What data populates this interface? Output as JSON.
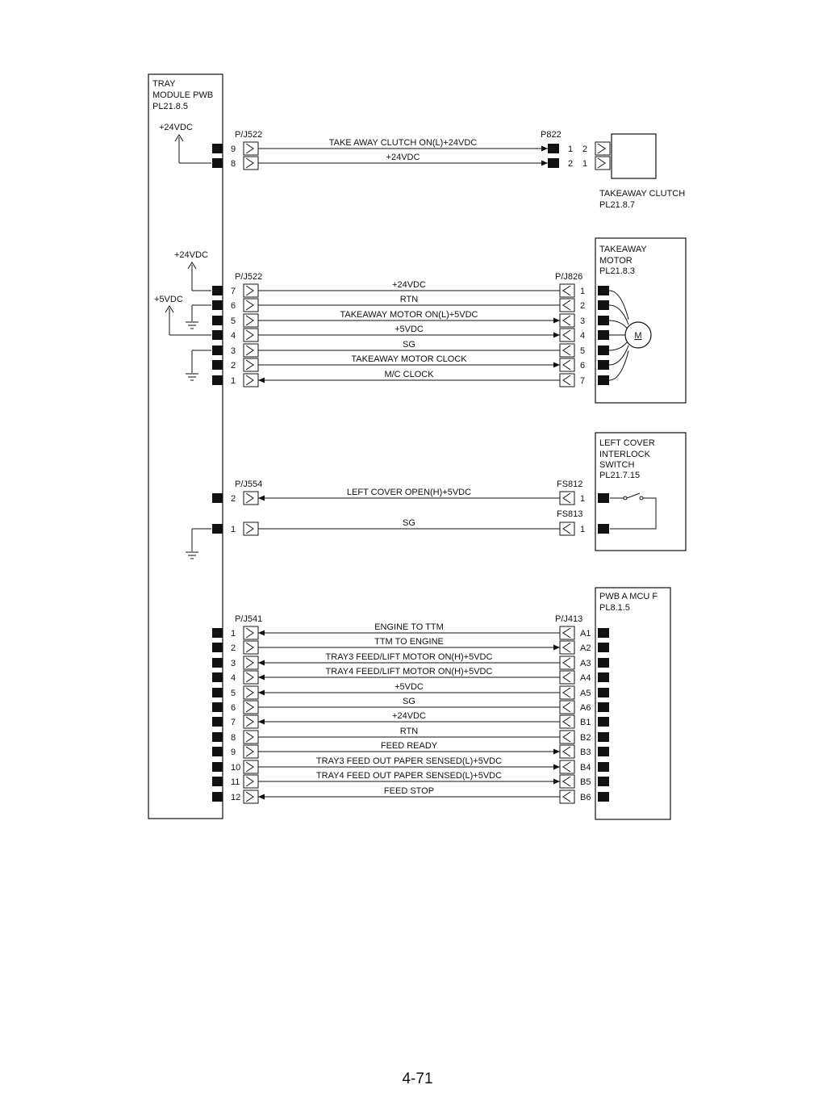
{
  "page_number": "4-71",
  "components": {
    "tray_module": [
      "TRAY",
      "MODULE PWB",
      "PL21.8.5"
    ],
    "takeaway_clutch": [
      "TAKEAWAY CLUTCH",
      "PL21.8.7"
    ],
    "takeaway_motor": [
      "TAKEAWAY",
      "MOTOR",
      "PL21.8.3"
    ],
    "motor_symbol": "M",
    "interlock_switch": [
      "LEFT COVER",
      "INTERLOCK",
      "SWITCH",
      "PL21.7.15"
    ],
    "pwb_mcu": [
      "PWB A MCU F",
      "PL8.1.5"
    ]
  },
  "power": {
    "v24_a": "+24VDC",
    "v24_b": "+24VDC",
    "v5": "+5VDC"
  },
  "sections": [
    {
      "left_connector": "P/J522",
      "right_connectors": [
        "P822"
      ],
      "rows": [
        {
          "lp": "9",
          "rp": "1",
          "rp2": "2",
          "signal": "TAKE AWAY CLUTCH ON(L)+24VDC",
          "dir": "right"
        },
        {
          "lp": "8",
          "rp": "2",
          "rp2": "1",
          "signal": "+24VDC",
          "dir": "right"
        }
      ]
    },
    {
      "left_connector": "P/J522",
      "right_connectors": [
        "P/J826"
      ],
      "rows": [
        {
          "lp": "7",
          "rp": "1",
          "signal": "+24VDC",
          "dir": "none"
        },
        {
          "lp": "6",
          "rp": "2",
          "signal": "RTN",
          "dir": "none"
        },
        {
          "lp": "5",
          "rp": "3",
          "signal": "TAKEAWAY MOTOR ON(L)+5VDC",
          "dir": "right"
        },
        {
          "lp": "4",
          "rp": "4",
          "signal": "+5VDC",
          "dir": "right"
        },
        {
          "lp": "3",
          "rp": "5",
          "signal": "SG",
          "dir": "none"
        },
        {
          "lp": "2",
          "rp": "6",
          "signal": "TAKEAWAY MOTOR CLOCK",
          "dir": "right"
        },
        {
          "lp": "1",
          "rp": "7",
          "signal": "M/C CLOCK",
          "dir": "left"
        }
      ]
    },
    {
      "left_connector": "P/J554",
      "right_connectors": [
        "FS812",
        "FS813"
      ],
      "rows": [
        {
          "lp": "2",
          "rp": "1",
          "signal": "LEFT COVER OPEN(H)+5VDC",
          "dir": "left"
        },
        {
          "lp": "1",
          "rp": "1",
          "signal": "SG",
          "dir": "none"
        }
      ]
    },
    {
      "left_connector": "P/J541",
      "right_connectors": [
        "P/J413"
      ],
      "rows": [
        {
          "lp": "1",
          "rp": "A1",
          "signal": "ENGINE TO TTM",
          "dir": "left"
        },
        {
          "lp": "2",
          "rp": "A2",
          "signal": "TTM TO ENGINE",
          "dir": "right"
        },
        {
          "lp": "3",
          "rp": "A3",
          "signal": "TRAY3 FEED/LIFT MOTOR ON(H)+5VDC",
          "dir": "left"
        },
        {
          "lp": "4",
          "rp": "A4",
          "signal": "TRAY4 FEED/LIFT MOTOR ON(H)+5VDC",
          "dir": "left"
        },
        {
          "lp": "5",
          "rp": "A5",
          "signal": "+5VDC",
          "dir": "left"
        },
        {
          "lp": "6",
          "rp": "A6",
          "signal": "SG",
          "dir": "none"
        },
        {
          "lp": "7",
          "rp": "B1",
          "signal": "+24VDC",
          "dir": "left"
        },
        {
          "lp": "8",
          "rp": "B2",
          "signal": "RTN",
          "dir": "none"
        },
        {
          "lp": "9",
          "rp": "B3",
          "signal": "FEED READY",
          "dir": "right"
        },
        {
          "lp": "10",
          "rp": "B4",
          "signal": "TRAY3 FEED OUT PAPER SENSED(L)+5VDC",
          "dir": "right"
        },
        {
          "lp": "11",
          "rp": "B5",
          "signal": "TRAY4 FEED OUT PAPER SENSED(L)+5VDC",
          "dir": "right"
        },
        {
          "lp": "12",
          "rp": "B6",
          "signal": "FEED STOP",
          "dir": "left"
        }
      ]
    }
  ]
}
